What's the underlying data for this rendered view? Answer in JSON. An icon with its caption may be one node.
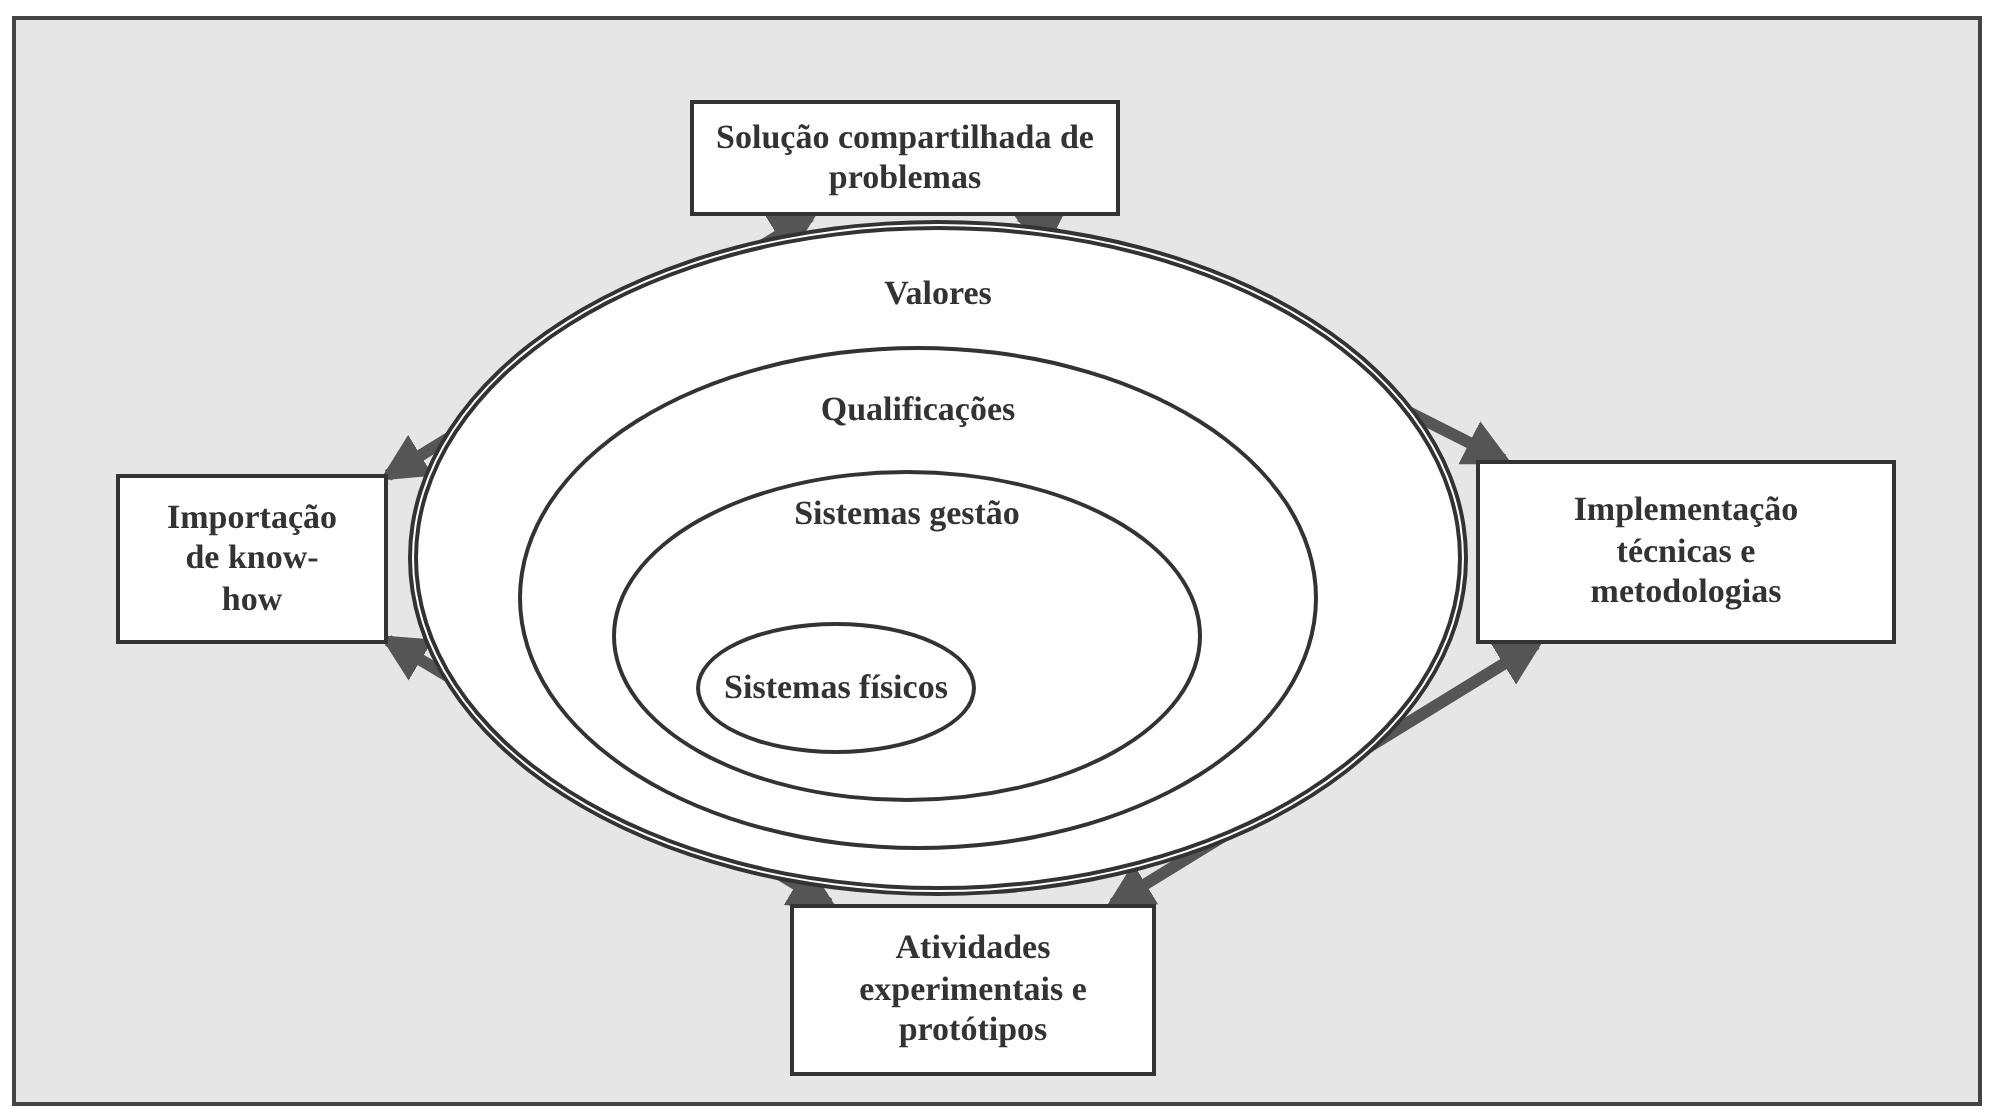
{
  "diagram": {
    "nodes": [
      {
        "text": [
          "Solução compartilhada de problemas"
        ]
      },
      {
        "text": [
          "Valores"
        ]
      },
      {
        "text": [
          "Qualificações"
        ],
        "in": 1
      },
      {
        "text": [
          "Sistemas gestão"
        ],
        "in": 2
      },
      {
        "text": [
          "Sistemas físicos"
        ],
        "in": 3
      },
      {
        "text": [
          "Importação de know-how"
        ]
      },
      {
        "text": [
          "Implementação técnicas e metodologias"
        ]
      },
      {
        "text": [
          "Atividades experimentais e protótipos"
        ]
      }
    ],
    "edges": [
      {
        "from": 0,
        "to": 5,
        "arrow": "both"
      },
      {
        "from": 0,
        "to": 6,
        "arrow": "both"
      },
      {
        "from": 5,
        "to": 7,
        "arrow": "both"
      },
      {
        "from": 6,
        "to": 7,
        "arrow": "both"
      }
    ]
  }
}
